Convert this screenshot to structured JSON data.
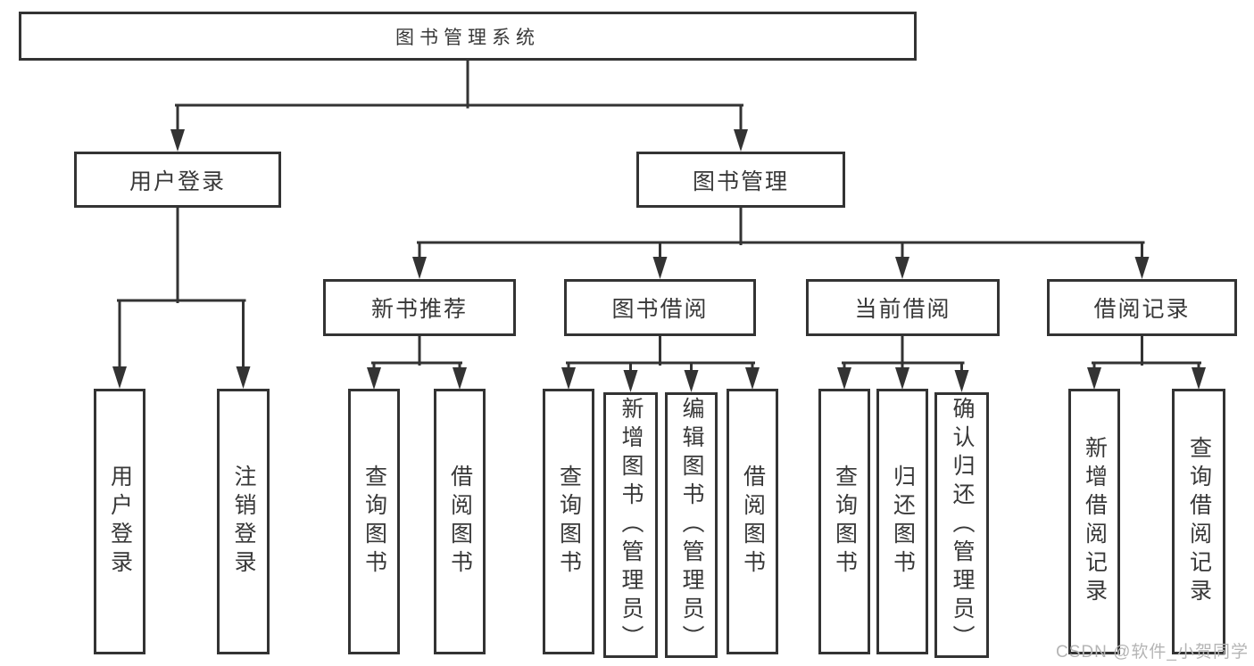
{
  "diagram": {
    "type": "tree",
    "root": {
      "label": "图书管理系统"
    },
    "branches": [
      {
        "label": "用户登录",
        "children": [
          "用户登录",
          "注销登录"
        ]
      },
      {
        "label": "图书管理",
        "children": [
          {
            "label": "新书推荐",
            "children": [
              "查询图书",
              "借阅图书"
            ]
          },
          {
            "label": "图书借阅",
            "children": [
              "查询图书",
              "新增图书（管理员）",
              "编辑图书（管理员）",
              "借阅图书"
            ]
          },
          {
            "label": "当前借阅",
            "children": [
              "查询图书",
              "归还图书",
              "确认归还（管理员）"
            ]
          },
          {
            "label": "借阅记录",
            "children": [
              "新增借阅记录",
              "查询借阅记录"
            ]
          }
        ]
      }
    ]
  },
  "watermark": {
    "label": "CSDN @软件_小贺同学",
    "color": "#b5b5b5"
  },
  "colors": {
    "line": "#333333",
    "text": "#383838",
    "background": "#ffffff"
  }
}
